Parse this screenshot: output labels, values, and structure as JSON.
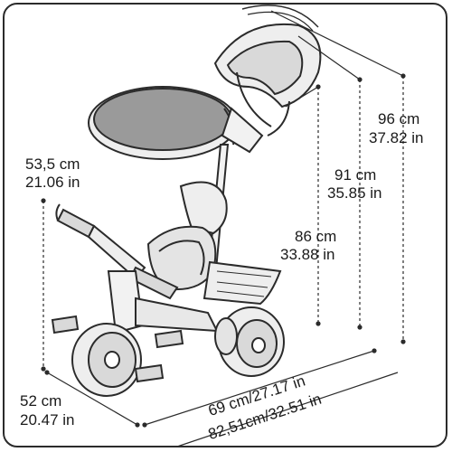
{
  "dimensions": {
    "handle_height_cm": "53,5 cm",
    "handle_height_in": "21.06 in",
    "width_cm": "52 cm",
    "width_in": "20.47 in",
    "wheelbase": "69 cm/27.17 in",
    "length": "82,51cm/32.51 in",
    "seat_back_cm": "86 cm",
    "seat_back_in": "33.88 in",
    "canopy_mid_cm": "91 cm",
    "canopy_mid_in": "35.85 in",
    "canopy_top_cm": "96 cm",
    "canopy_top_in": "37.82 in"
  },
  "colors": {
    "line": "#2b2b2b",
    "fill_light": "#f2f2f2",
    "fill_mid": "#d9d9d9",
    "fill_dark": "#9a9a9a"
  }
}
